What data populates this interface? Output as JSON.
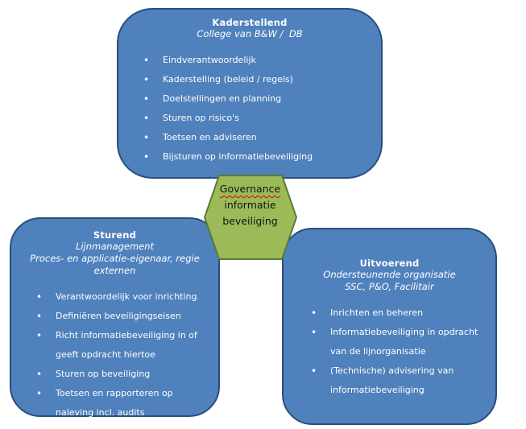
{
  "diagram": {
    "description": "Governance informatiebeveiliging rollen-diagram",
    "colors": {
      "box_fill": "#4F81BD",
      "box_border": "#2A4D7E",
      "box_text": "#FFFFFF",
      "hexagon_fill": "#9BBB59",
      "hexagon_border": "#5C7A35",
      "hexagon_text": "#141414",
      "spellcheck_squiggle": "#E00000",
      "background": "#FFFFFF"
    },
    "hexagon": {
      "line1": "Governance",
      "line2": "informatie",
      "line3": "beveiliging"
    },
    "boxes": [
      {
        "id": "kaderstellend",
        "title": "Kaderstellend",
        "subtitle_lines": [
          "College van B&W /  DB"
        ],
        "bullets": [
          "Eindverantwoordelijk",
          "Kaderstelling (beleid / regels)",
          "Doelstellingen en planning",
          "Sturen op risico's",
          "Toetsen en adviseren",
          "Bijsturen op informatiebeveiliging"
        ]
      },
      {
        "id": "sturend",
        "title": "Sturend",
        "subtitle_lines": [
          "Lijnmanagement",
          "Proces- en applicatie-eigenaar, regie externen"
        ],
        "bullets": [
          "Verantwoordelijk voor inrichting",
          "Definiëren beveiligingseisen",
          "Richt informatiebeveiliging in of geeft opdracht hiertoe",
          "Sturen op beveiliging",
          "Toetsen en rapporteren op naleving incl. audits"
        ]
      },
      {
        "id": "uitvoerend",
        "title": "Uitvoerend",
        "subtitle_lines": [
          "Ondersteunende organisatie",
          "SSC, P&O, Facilitair"
        ],
        "bullets": [
          "Inrichten en beheren",
          "Informatiebeveiliging in opdracht van de lijnorganisatie",
          "(Technische) advisering van informatiebeveiliging"
        ]
      }
    ]
  }
}
